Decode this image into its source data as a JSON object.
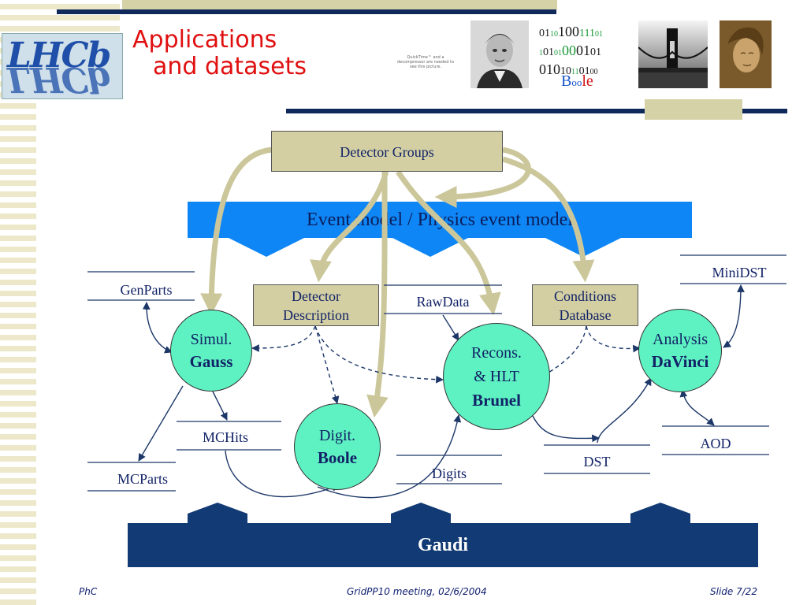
{
  "slide": {
    "title_line1": "Applications",
    "title_line2": "and datasets",
    "logo_text": "LHCb",
    "qt_note": "QuickTime™ and a decompressor are needed to see this picture.",
    "binary_rows": [
      [
        {
          "t": "01",
          "c": "k"
        },
        {
          "t": "10",
          "c": "g sm"
        },
        {
          "t": "100",
          "c": "k big"
        },
        {
          "t": "111",
          "c": "g"
        },
        {
          "t": "01",
          "c": "g sm"
        }
      ],
      [
        {
          "t": "1",
          "c": "g sm"
        },
        {
          "t": "01",
          "c": "k"
        },
        {
          "t": "01",
          "c": "g sm"
        },
        {
          "t": "00",
          "c": "g big"
        },
        {
          "t": "01",
          "c": "k big"
        },
        {
          "t": "01",
          "c": "k"
        }
      ],
      [
        {
          "t": "010",
          "c": "k big"
        },
        {
          "t": "10",
          "c": "k"
        },
        {
          "t": "11",
          "c": "g sm"
        },
        {
          "t": "01",
          "c": "k"
        },
        {
          "t": "00",
          "c": "k sm"
        }
      ]
    ],
    "boole_logo": {
      "B": "B",
      "oo": "oo",
      "l": "l",
      "e": "e"
    },
    "detector_groups": "Detector Groups",
    "event_model": "Event model / Physics event model",
    "detector_description_l1": "Detector",
    "detector_description_l2": "Description",
    "conditions_database_l1": "Conditions",
    "conditions_database_l2": "Database",
    "gaudi": "Gaudi",
    "apps": {
      "gauss": {
        "line1": "Simul.",
        "line2": "Gauss"
      },
      "boole": {
        "line1": "Digit.",
        "line2": "Boole"
      },
      "brunel": {
        "line1": "Recons.",
        "line1b": "& HLT",
        "line2": "Brunel"
      },
      "davinci": {
        "line1": "Analysis",
        "line2": "DaVinci"
      }
    },
    "datasets": {
      "genparts": "GenParts",
      "mchits": "MCHits",
      "mcparts": "MCParts",
      "rawdata": "RawData",
      "digits": "Digits",
      "dst": "DST",
      "minidst": "MiniDST",
      "aod": "AOD"
    },
    "footer": {
      "left": "PhC",
      "center": "GridPP10 meeting, 02/6/2004",
      "right": "Slide 7/22"
    },
    "colors": {
      "title": "#e01010",
      "event_model": "#0f86f5",
      "gaudi": "#123a74",
      "app_circle": "#5ef2c2",
      "group_box": "#d3cfa3",
      "arrow_tan": "#cbc79b"
    }
  }
}
